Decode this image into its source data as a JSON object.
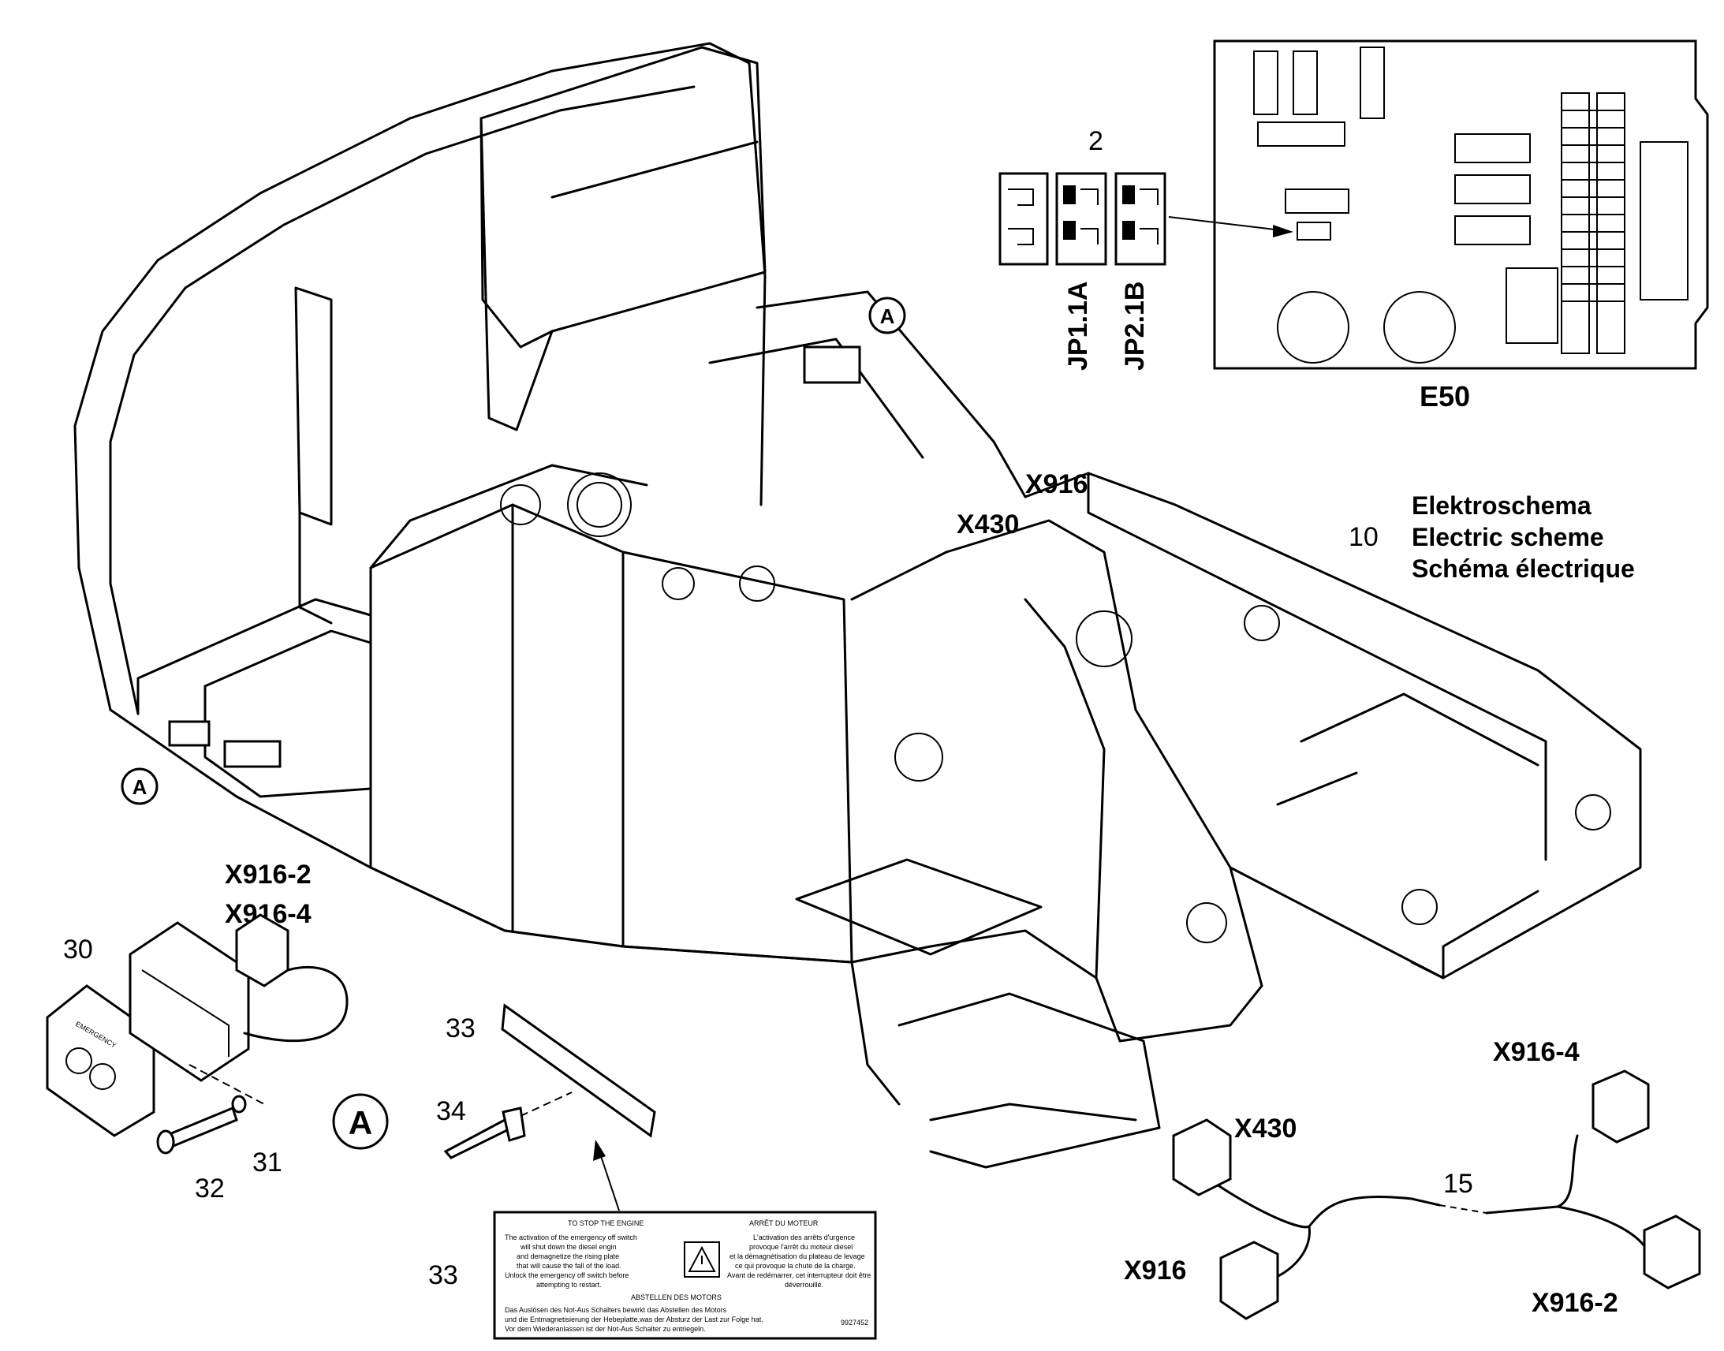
{
  "callouts": {
    "circle_a_1": "A",
    "circle_a_2": "A",
    "circle_a_3": "A",
    "x916_top": "X916",
    "x430_top": "X430",
    "x916_2_upper": "X916-2",
    "x916_4_upper": "X916-4",
    "item_30": "30",
    "item_31": "31",
    "item_32": "32",
    "item_33_plate": "33",
    "item_33_label": "33",
    "item_34": "34",
    "item_15": "15",
    "x430_cable": "X430",
    "x916_cable": "X916",
    "x916_4_cable": "X916-4",
    "x916_2_cable": "X916-2",
    "item_2": "2",
    "jp11a": "JP1.1A",
    "jp21b": "JP2.1B",
    "e50": "E50",
    "item_10": "10",
    "scheme_de": "Elektroschema",
    "scheme_en": "Electric scheme",
    "scheme_fr": "Schéma électrique"
  },
  "label_plate": {
    "en_title": "TO STOP THE ENGINE",
    "fr_title": "ARRÊT DU MOTEUR",
    "de_title": "ABSTELLEN DES MOTORS",
    "en_l1": "The activation of the emergency off switch",
    "en_l2": "will shut down the diesel engin",
    "en_l3": "and demagnetize the rising plate",
    "en_l4": "that will cause the fall of the load.",
    "en_l5": "Unlock the emergency off switch before",
    "en_l6": "attempting to restart.",
    "fr_l1": "L'activation des arrêts d'urgence",
    "fr_l2": "provoque l'arrêt du moteur diesel",
    "fr_l3": "et la démagnétisation du plateau de levage",
    "fr_l4": "ce qui provoque la chute de la charge.",
    "fr_l5": "Avant de redémarrer, cet interrupteur doit être",
    "fr_l6": "déverrouillé.",
    "de_l1": "Das Auslösen des Not-Aus Schalters bewirkt das Abstellen des Motors",
    "de_l2": "und die Entmagnetisierung der Hebeplatte,was der Absturz der Last zur Folge hat.",
    "de_l3": "Vor dem Wiederanlassen ist der Not-Aus Schalter zu entriegeln.",
    "part_no": "9927452"
  },
  "switch_face": "EMERGENCY"
}
